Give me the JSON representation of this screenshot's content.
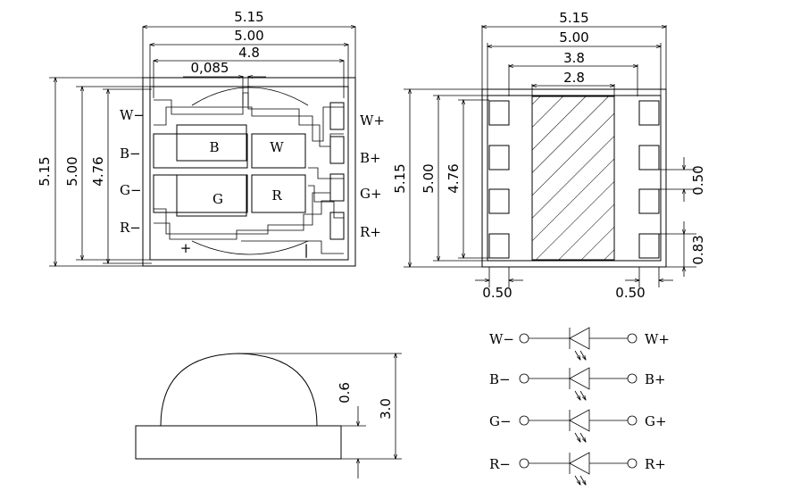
{
  "top_view": {
    "dim_width_outer": "5.15",
    "dim_width_inner": "5.00",
    "dim_width_pad": "4.8",
    "dim_gap": "0,085",
    "dim_height_outer": "5.15",
    "dim_height_inner": "5.00",
    "dim_height_pad": "4.76",
    "pins_left": [
      "W−",
      "B−",
      "G−",
      "R−"
    ],
    "pins_right": [
      "W+",
      "B+",
      "G+",
      "R+"
    ],
    "die_labels": [
      "B",
      "W",
      "G",
      "R"
    ],
    "polarity_plus": "+",
    "polarity_minus": "|"
  },
  "bottom_view": {
    "dim_width_outer": "5.15",
    "dim_width_inner": "5.00",
    "dim_thermal_outer": "3.8",
    "dim_thermal_inner": "2.8",
    "dim_height_outer": "5.15",
    "dim_height_inner": "5.00",
    "dim_height_pad": "4.76",
    "dim_pad_pitch": "0.50",
    "dim_pad_height": "0.83",
    "dim_pad_left": "0.50",
    "dim_pad_right": "0.50"
  },
  "side_view": {
    "dim_total_height": "3.0",
    "dim_base_height": "0.6"
  },
  "schematic": {
    "rows": [
      {
        "minus": "W−",
        "plus": "W+"
      },
      {
        "minus": "B−",
        "plus": "B+"
      },
      {
        "minus": "G−",
        "plus": "G+"
      },
      {
        "minus": "R−",
        "plus": "R+"
      }
    ]
  }
}
